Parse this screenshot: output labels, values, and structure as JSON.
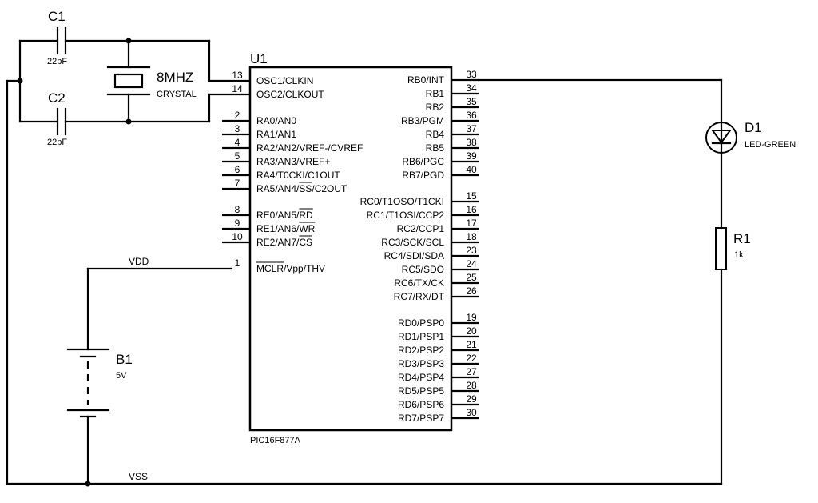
{
  "schematic": {
    "crystal": {
      "ref": "8MHZ",
      "value": "CRYSTAL"
    },
    "c1": {
      "ref": "C1",
      "value": "22pF"
    },
    "c2": {
      "ref": "C2",
      "value": "22pF"
    },
    "u1": {
      "ref": "U1",
      "part": "PIC16F877A",
      "left_pins": [
        {
          "num": "13",
          "name": "OSC1/CLKIN"
        },
        {
          "num": "14",
          "name": "OSC2/CLKOUT"
        },
        {
          "num": "2",
          "name": "RA0/AN0"
        },
        {
          "num": "3",
          "name": "RA1/AN1"
        },
        {
          "num": "4",
          "name": "RA2/AN2/VREF-/CVREF"
        },
        {
          "num": "5",
          "name": "RA3/AN3/VREF+"
        },
        {
          "num": "6",
          "name": "RA4/T0CKI/C1OUT"
        },
        {
          "num": "7",
          "name": "RA5/AN4/SS/C2OUT"
        },
        {
          "num": "8",
          "name": "RE0/AN5/RD"
        },
        {
          "num": "9",
          "name": "RE1/AN6/WR"
        },
        {
          "num": "10",
          "name": "RE2/AN7/CS"
        },
        {
          "num": "1",
          "name": "MCLR/Vpp/THV"
        }
      ],
      "right_pins": [
        {
          "num": "33",
          "name": "RB0/INT"
        },
        {
          "num": "34",
          "name": "RB1"
        },
        {
          "num": "35",
          "name": "RB2"
        },
        {
          "num": "36",
          "name": "RB3/PGM"
        },
        {
          "num": "37",
          "name": "RB4"
        },
        {
          "num": "38",
          "name": "RB5"
        },
        {
          "num": "39",
          "name": "RB6/PGC"
        },
        {
          "num": "40",
          "name": "RB7/PGD"
        },
        {
          "num": "15",
          "name": "RC0/T1OSO/T1CKI"
        },
        {
          "num": "16",
          "name": "RC1/T1OSI/CCP2"
        },
        {
          "num": "17",
          "name": "RC2/CCP1"
        },
        {
          "num": "18",
          "name": "RC3/SCK/SCL"
        },
        {
          "num": "23",
          "name": "RC4/SDI/SDA"
        },
        {
          "num": "24",
          "name": "RC5/SDO"
        },
        {
          "num": "25",
          "name": "RC6/TX/CK"
        },
        {
          "num": "26",
          "name": "RC7/RX/DT"
        },
        {
          "num": "19",
          "name": "RD0/PSP0"
        },
        {
          "num": "20",
          "name": "RD1/PSP1"
        },
        {
          "num": "21",
          "name": "RD2/PSP2"
        },
        {
          "num": "22",
          "name": "RD3/PSP3"
        },
        {
          "num": "27",
          "name": "RD4/PSP4"
        },
        {
          "num": "28",
          "name": "RD5/PSP5"
        },
        {
          "num": "29",
          "name": "RD6/PSP6"
        },
        {
          "num": "30",
          "name": "RD7/PSP7"
        }
      ]
    },
    "d1": {
      "ref": "D1",
      "value": "LED-GREEN"
    },
    "r1": {
      "ref": "R1",
      "value": "1k"
    },
    "b1": {
      "ref": "B1",
      "value": "5V"
    },
    "nets": {
      "vdd": "VDD",
      "vss": "VSS"
    }
  }
}
